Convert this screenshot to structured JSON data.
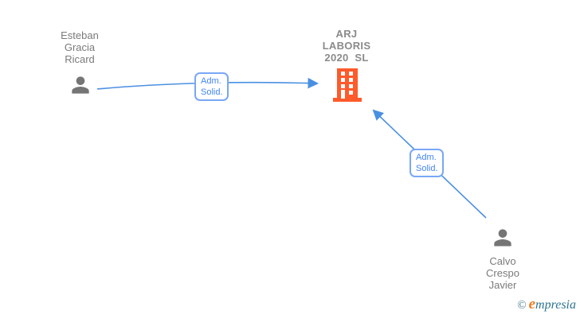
{
  "diagram": {
    "nodes": {
      "person1": {
        "label": "Esteban\nGracia\nRicard",
        "type": "person"
      },
      "company": {
        "label": "ARJ\nLABORIS\n2020  SL",
        "type": "company"
      },
      "person2": {
        "label": "Calvo\nCrespo\nJavier",
        "type": "person"
      }
    },
    "edges": [
      {
        "from": "person1",
        "to": "company",
        "label": "Adm.\nSolid."
      },
      {
        "from": "person2",
        "to": "company",
        "label": "Adm.\nSolid."
      }
    ],
    "colors": {
      "edge_blue": "#4a90e2",
      "edge_label_text": "#4285f4",
      "edge_label_border": "#79a7f6",
      "node_text_gray": "#7a7a7a",
      "person_icon_gray": "#757575",
      "building_orange": "#ff5a2b",
      "brand_teal": "#2e7490",
      "brand_orange": "#e97e22"
    },
    "watermark": {
      "copyright": "©",
      "brand_initial": "e",
      "brand_rest": "mpresia"
    }
  }
}
